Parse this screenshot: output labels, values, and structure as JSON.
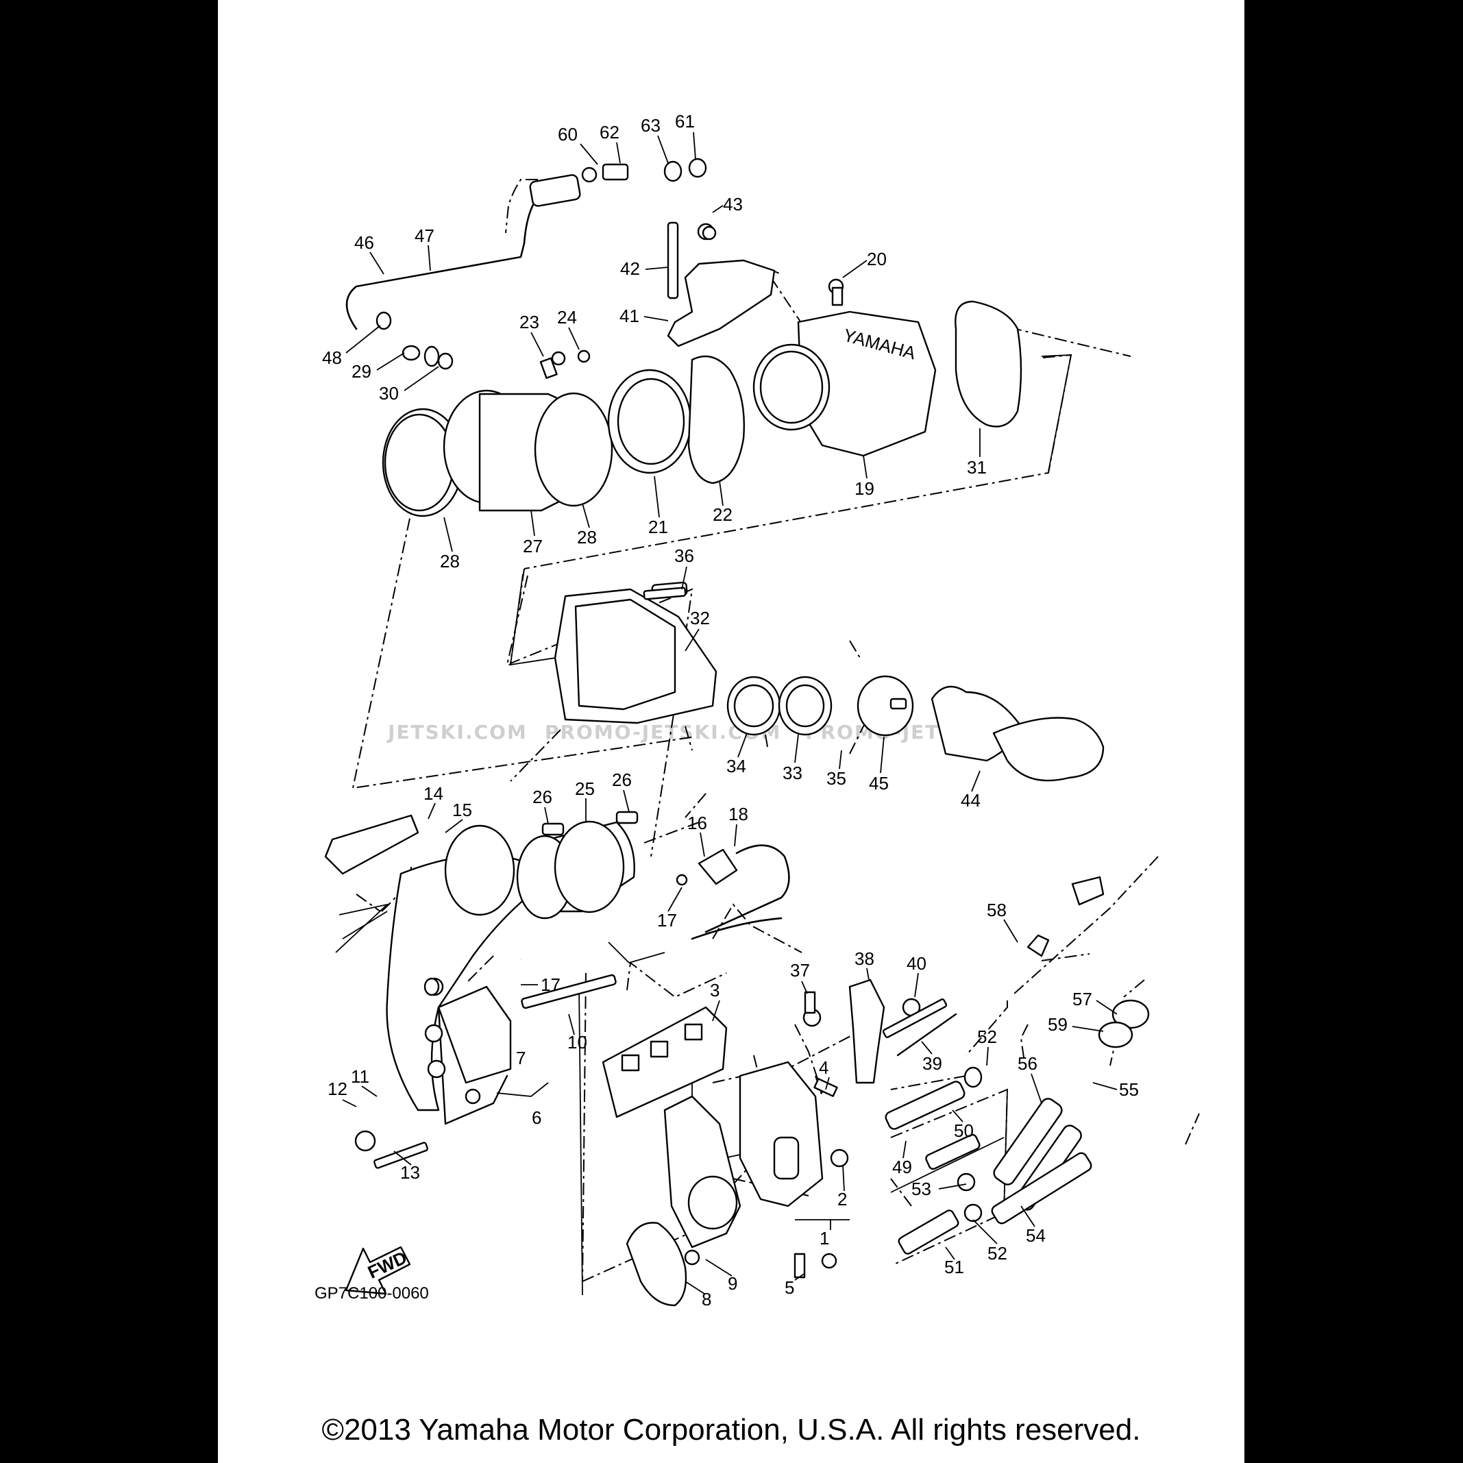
{
  "diagram": {
    "part_code": "GP7C100-0060",
    "fwd_label": "FWD",
    "logo_text": "YAMAHA",
    "copyright": "©2013 Yamaha Motor Corporation, U.S.A. All rights reserved.",
    "watermark": [
      "JETSKI.COM",
      "PROMO-JETSKI.COM",
      "PROMO-JETSKI.COM"
    ],
    "callouts": [
      "60",
      "62",
      "63",
      "61",
      "43",
      "46",
      "47",
      "42",
      "20",
      "23",
      "24",
      "41",
      "48",
      "29",
      "30",
      "31",
      "19",
      "21",
      "22",
      "27",
      "28",
      "28",
      "36",
      "32",
      "34",
      "33",
      "35",
      "45",
      "44",
      "14",
      "15",
      "26",
      "25",
      "26",
      "16",
      "18",
      "17",
      "17",
      "58",
      "37",
      "38",
      "40",
      "3",
      "10",
      "7",
      "6",
      "4",
      "39",
      "52",
      "56",
      "55",
      "57",
      "59",
      "11",
      "12",
      "13",
      "50",
      "49",
      "53",
      "52",
      "54",
      "2",
      "1",
      "51",
      "9",
      "5",
      "8"
    ]
  },
  "colors": {
    "background": "#000000",
    "sheet": "#ffffff",
    "ink": "#000000",
    "watermark": "#cfcfcf"
  }
}
